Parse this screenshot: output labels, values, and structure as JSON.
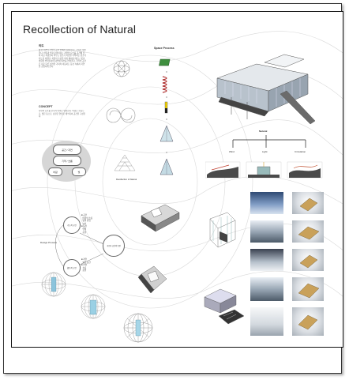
{
  "board": {
    "title": "Recollection of Natural",
    "intro_header": "의도",
    "intro_body": "삶과 자연의 기억이 공간 안에서 되살아나는 건축을 제안한다. 바람과 빛과 순환이라는 자연의 요소를 공간에 담아 내고 사람들이 머무는 장소가 자연을 기억하는 장소가 되도록 하였다. 지형의 흐름을 따라 배치된 매스는 빛과 바람을 받아들이며 내부와 외부를 연결한다. 각각의 공간은 서로 다른 성격을 가지며 이동하는 동선 속에서 자연을 경험하게 한다.",
    "concept_header": "CONCEPT",
    "concept_body": "자연의 요소를 건축적 언어로 변환한다. 바람은 흐름으로, 빛은 틈으로, 순환은 연결로 해석되어 공간을 구성한다.",
    "diagram_bubbles": [
      "공간 / 자연",
      "기억 / 흐름",
      "바람",
      "빛"
    ],
    "space_process_header": "Space Process",
    "recollection_caption": "Recollection of Natural",
    "tree_root": "Natural",
    "tree_children": [
      "Wind",
      "Light",
      "Circulation"
    ],
    "design_process_label": "Design Process",
    "process_bubbles": [
      "기능적 공간",
      "활동적 공간",
      "자연과 공간의 연결"
    ],
    "process_notes": [
      "■ 공간\n  바람의 흐름\n  빛의 유입\n  시선\n■ 동선\n  연결\n  순환",
      "■ 자연\n  외부 공간\n■ 연결\n  흐름\n  순환"
    ]
  }
}
